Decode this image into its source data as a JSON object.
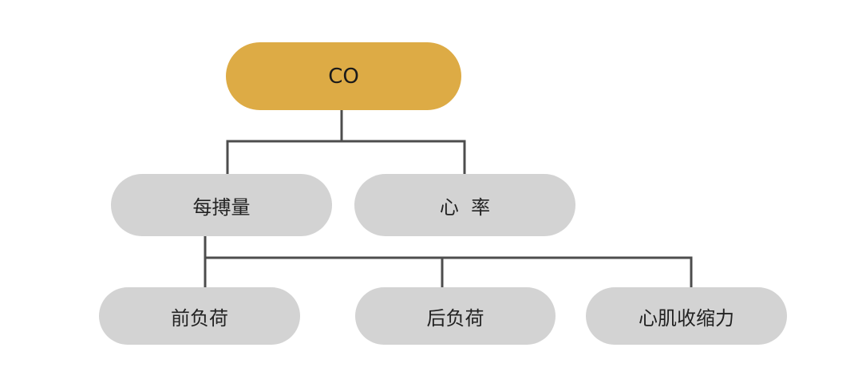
{
  "diagram": {
    "root": {
      "label": "CO",
      "color": "#ddab45"
    },
    "level1": [
      {
        "label": "每搏量"
      },
      {
        "label": "心  率"
      }
    ],
    "level2": [
      {
        "label": "前负荷"
      },
      {
        "label": "后负荷"
      },
      {
        "label": "心肌收缩力"
      }
    ],
    "node_color": "#d3d3d3",
    "connector_color": "#4d4d4d"
  }
}
